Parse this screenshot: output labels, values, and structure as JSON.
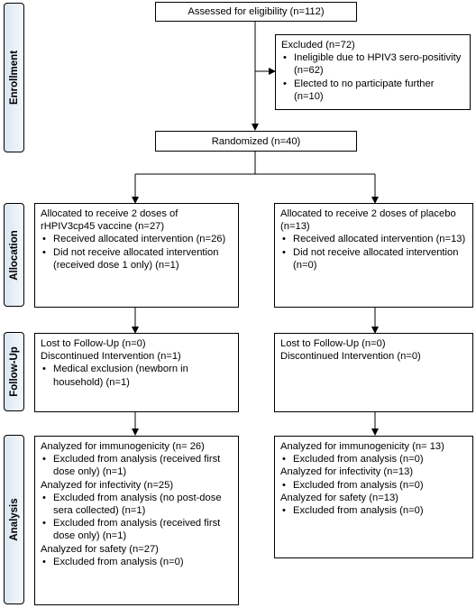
{
  "stages": {
    "enrollment": "Enrollment",
    "allocation": "Allocation",
    "followup": "Follow-Up",
    "analysis": "Analysis"
  },
  "assessed": "Assessed for eligibility (n=112)",
  "excluded": {
    "title": "Excluded (n=72)",
    "items": [
      "Ineligible due to HPIV3 sero-positivity (n=62)",
      "Elected to no participate further (n=10)"
    ]
  },
  "randomized": "Randomized (n=40)",
  "vaccine": {
    "allocation": {
      "title": "Allocated to receive 2 doses of rHPIV3cp45 vaccine (n=27)",
      "items": [
        "Received allocated intervention (n=26)",
        "Did not receive allocated intervention (received dose 1 only) (n=1)"
      ]
    },
    "followup": {
      "lost": "Lost to Follow-Up (n=0)",
      "discontinued": "Discontinued Intervention (n=1)",
      "items": [
        "Medical exclusion (newborn in household) (n=1)"
      ]
    },
    "analysis": {
      "immuno": "Analyzed for immunogenicity (n= 26)",
      "immuno_items": [
        "Excluded from analysis (received first dose only) (n=1)"
      ],
      "infect": "Analyzed for infectivity (n=25)",
      "infect_items": [
        "Excluded from analysis (no post-dose sera collected) (n=1)",
        "Excluded from analysis (received first dose only) (n=1)"
      ],
      "safety": "Analyzed for safety (n=27)",
      "safety_items": [
        "Excluded from analysis (n=0)"
      ]
    }
  },
  "placebo": {
    "allocation": {
      "title": "Allocated to receive 2 doses of placebo (n=13)",
      "items": [
        "Received allocated intervention (n=13)",
        "Did not receive allocated intervention (n=0)"
      ]
    },
    "followup": {
      "lost": "Lost to Follow-Up (n=0)",
      "discontinued": "Discontinued Intervention (n=0)"
    },
    "analysis": {
      "immuno": "Analyzed for immunogenicity (n= 13)",
      "immuno_items": [
        "Excluded from analysis (n=0)"
      ],
      "infect": "Analyzed for infectivity (n=13)",
      "infect_items": [
        "Excluded from analysis (n=0)"
      ],
      "safety": "Analyzed for safety (n=13)",
      "safety_items": [
        "Excluded from analysis (n=0)"
      ]
    }
  }
}
